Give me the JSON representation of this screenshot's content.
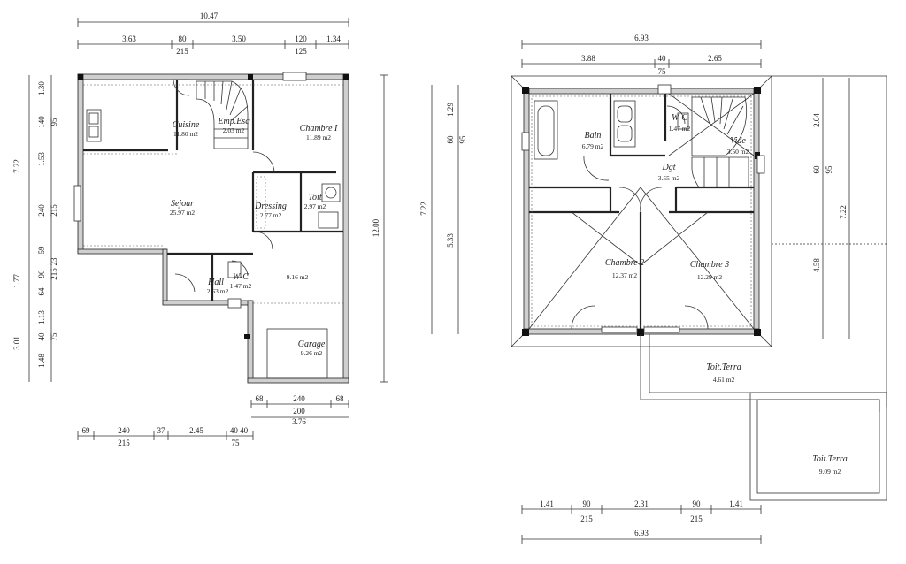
{
  "ground_floor": {
    "top_dims": {
      "total": "10.47",
      "a": "3.63",
      "b": "80",
      "b2": "215",
      "c": "3.50",
      "d": "120",
      "d2": "125",
      "e": "1.34"
    },
    "left_dims": [
      "7.22",
      "1.30",
      "140",
      "95",
      "1.53",
      "240",
      "215",
      "59",
      "23",
      "1.77",
      "64",
      "90",
      "215",
      "1.13",
      "3.01",
      "40",
      "75",
      "1.48"
    ],
    "right_dim": "12.00",
    "bottom_dims": {
      "garage_a": "68",
      "garage_b": "240",
      "garage_c": "68",
      "garage_sub": "200",
      "garage_total": "3.76",
      "f1": "69",
      "f2": "240",
      "f2b": "215",
      "f3": "37",
      "f4": "2.45",
      "f5": "40 40",
      "f5b": "75"
    },
    "rooms": [
      {
        "name": "Cuisine",
        "area": "11.80 m2"
      },
      {
        "name": "Emp.Esc",
        "area": "2.03 m2"
      },
      {
        "name": "Chambre I",
        "area": "11.89 m2"
      },
      {
        "name": "Sejour",
        "area": "25.97 m2"
      },
      {
        "name": "Dressing",
        "area": "2.77 m2"
      },
      {
        "name": "Toit",
        "area": "2.97 m2"
      },
      {
        "name": "Hall",
        "area": "2.63 m2"
      },
      {
        "name": "W-C",
        "area": "1.47 m2"
      },
      {
        "name": "",
        "area": "9.16 m2"
      },
      {
        "name": "Garage",
        "area": "9.26 m2"
      }
    ]
  },
  "upper_floor": {
    "top_dims": {
      "total": "6.93",
      "a": "3.88",
      "b": "40",
      "b2": "75",
      "c": "2.65"
    },
    "left_dims": [
      "1.29",
      "60",
      "95",
      "7.22",
      "5.33"
    ],
    "right_dims": [
      "2.04",
      "60",
      "95",
      "7.22",
      "4.58"
    ],
    "bottom_dims": {
      "a": "1.41",
      "b": "90",
      "b2": "215",
      "c": "2.31",
      "d": "90",
      "d2": "215",
      "e": "1.41",
      "total": "6.93"
    },
    "rooms": [
      {
        "name": "Bain",
        "area": "6.79 m2"
      },
      {
        "name": "W-C",
        "area": "1.47 m2"
      },
      {
        "name": "Vide",
        "area": "3.50 m2"
      },
      {
        "name": "Dgt",
        "area": "3.55 m2"
      },
      {
        "name": "Chambre 2",
        "area": "12.37 m2"
      },
      {
        "name": "Chambre 3",
        "area": "12.29 m2"
      },
      {
        "name": "Toit.Terra",
        "area": "4.61 m2"
      },
      {
        "name": "Toit.Terra",
        "area": "9.09 m2"
      }
    ]
  }
}
